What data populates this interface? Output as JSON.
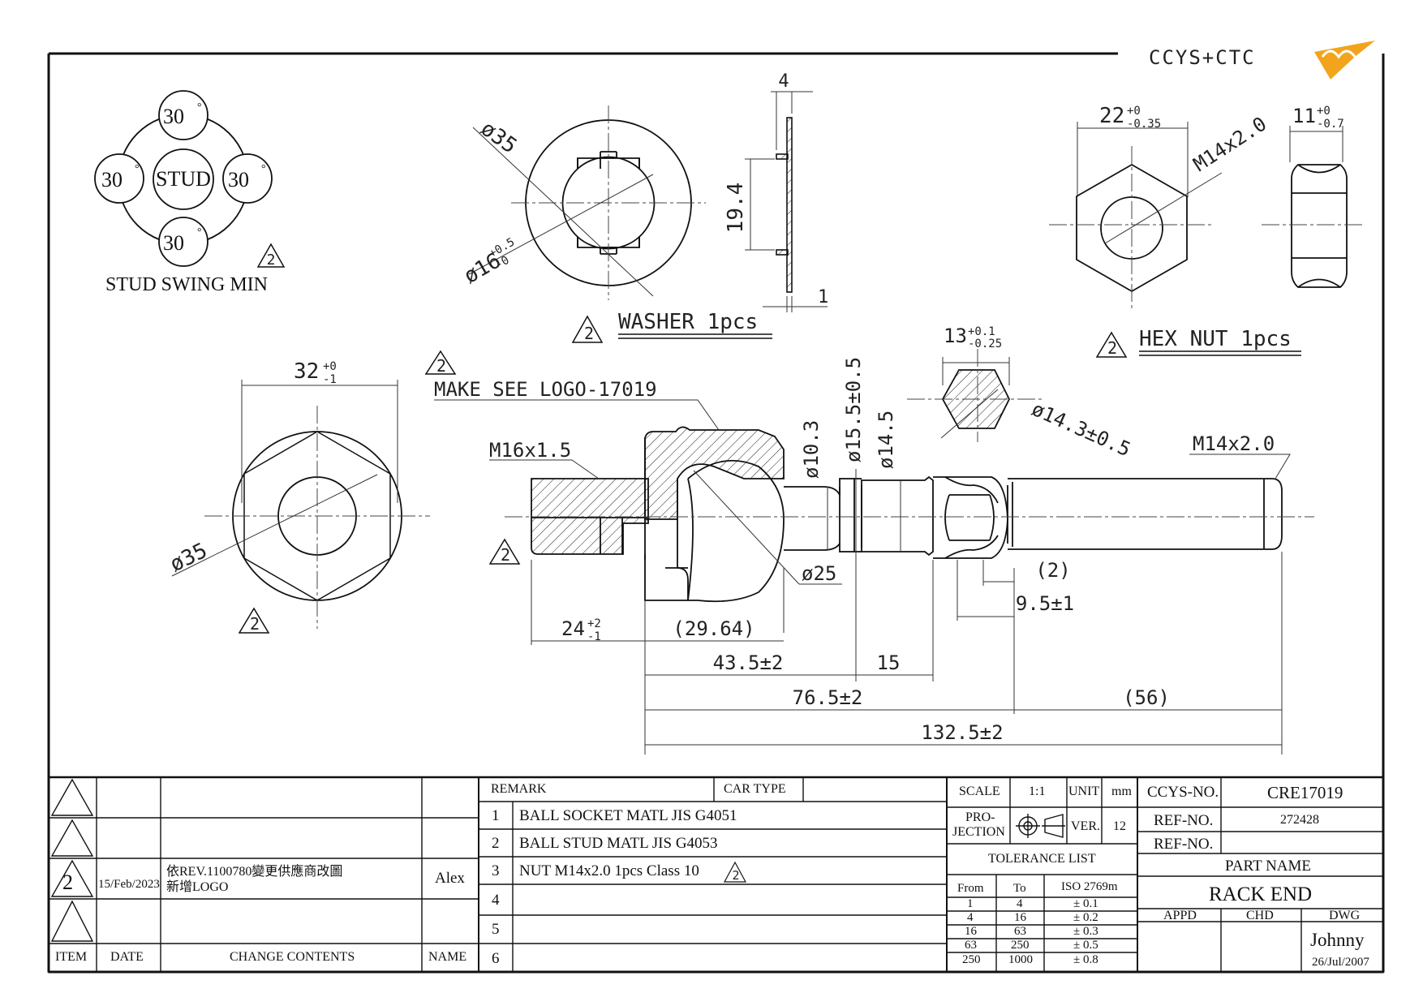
{
  "logo": {
    "text": "CCYS+CTC"
  },
  "stud_swing": {
    "center": "STUD",
    "angles": [
      "30",
      "30",
      "30",
      "30"
    ],
    "degree": "°",
    "title": "STUD SWING MIN",
    "rev": "2"
  },
  "washer": {
    "title": "WASHER 1pcs",
    "dia_outer": "ø35",
    "dia_inner": "ø16",
    "dia_inner_tol_up": "+0.5",
    "dia_inner_tol_dn": "-0",
    "height": "19.4",
    "thick_top": "4",
    "thick": "1",
    "rev": "2"
  },
  "hex_nut": {
    "title": "HEX NUT 1pcs",
    "width": "22",
    "width_tol_up": "+0",
    "width_tol_dn": "-0.35",
    "thread": "M14x2.0",
    "height": "11",
    "height_tol_up": "+0",
    "height_tol_dn": "-0.7",
    "rev": "2"
  },
  "front_view": {
    "width": "32",
    "width_tol_up": "+0",
    "width_tol_dn": "-1",
    "dia": "ø35",
    "rev": "2"
  },
  "main_view": {
    "logo_note": "MAKE SEE LOGO-17019",
    "thread_left": "M16x1.5",
    "thread_right": "M14x2.0",
    "d_neck": "ø10.3",
    "d_collar": "ø15.5±0.5",
    "d_shaft": "ø14.5",
    "d_ball": "ø25",
    "hex_size": "13",
    "hex_tol_up": "+0.1",
    "hex_tol_dn": "-0.25",
    "hex_dia": "ø14.3±0.5",
    "len_thread": "24",
    "len_thread_tol_up": "+2",
    "len_thread_tol_dn": "-1",
    "len_2964": "(29.64)",
    "len_435": "43.5±2",
    "len_15": "15",
    "len_765": "76.5±2",
    "len_56": "(56)",
    "len_total": "132.5±2",
    "len_2": "(2)",
    "len_95": "9.5±1",
    "rev1": "2",
    "rev2": "2"
  },
  "title_block": {
    "revision_table": {
      "headers": [
        "ITEM",
        "DATE",
        "CHANGE CONTENTS",
        "NAME"
      ],
      "rows": [
        {
          "item": "",
          "date": "",
          "content1": "",
          "content2": "",
          "name": ""
        },
        {
          "item": "",
          "date": "",
          "content1": "",
          "content2": "",
          "name": ""
        },
        {
          "item": "2",
          "date": "15/Feb/2023",
          "content1": "依REV.1100780變更供應商改圖",
          "content2": "新增LOGO",
          "name": "Alex"
        },
        {
          "item": "",
          "date": "",
          "content1": "",
          "content2": "",
          "name": ""
        }
      ]
    },
    "remark": {
      "header": "REMARK",
      "car_type_label": "CAR TYPE",
      "car_type": "",
      "items": [
        {
          "no": "1",
          "text": "BALL SOCKET MATL JIS G4051"
        },
        {
          "no": "2",
          "text": "BALL STUD MATL JIS G4053"
        },
        {
          "no": "3",
          "text": "NUT M14x2.0 1pcs Class 10",
          "rev": "2"
        },
        {
          "no": "4",
          "text": ""
        },
        {
          "no": "5",
          "text": ""
        },
        {
          "no": "6",
          "text": ""
        }
      ]
    },
    "scale_label": "SCALE",
    "scale": "1:1",
    "unit_label": "UNIT",
    "unit": "mm",
    "projection_label1": "PRO-",
    "projection_label2": "JECTION",
    "ver_label": "VER.",
    "ver": "12",
    "tolerance": {
      "title": "TOLERANCE LIST",
      "headers": [
        "From",
        "To",
        "ISO 2769m"
      ],
      "rows": [
        [
          "1",
          "4",
          "± 0.1"
        ],
        [
          "4",
          "16",
          "± 0.2"
        ],
        [
          "16",
          "63",
          "± 0.3"
        ],
        [
          "63",
          "250",
          "± 0.5"
        ],
        [
          "250",
          "1000",
          "± 0.8"
        ]
      ]
    },
    "ccys_no_label": "CCYS-NO.",
    "ccys_no": "CRE17019",
    "ref_no_label": "REF-NO.",
    "ref_no": "272428",
    "ref_no2_label": "REF-NO.",
    "ref_no2": "",
    "part_name_label": "PART NAME",
    "part_name": "RACK END",
    "appd_label": "APPD",
    "chd_label": "CHD",
    "dwg_label": "DWG",
    "drawn_by": "Johnny",
    "drawn_date": "26/Jul/2007"
  }
}
